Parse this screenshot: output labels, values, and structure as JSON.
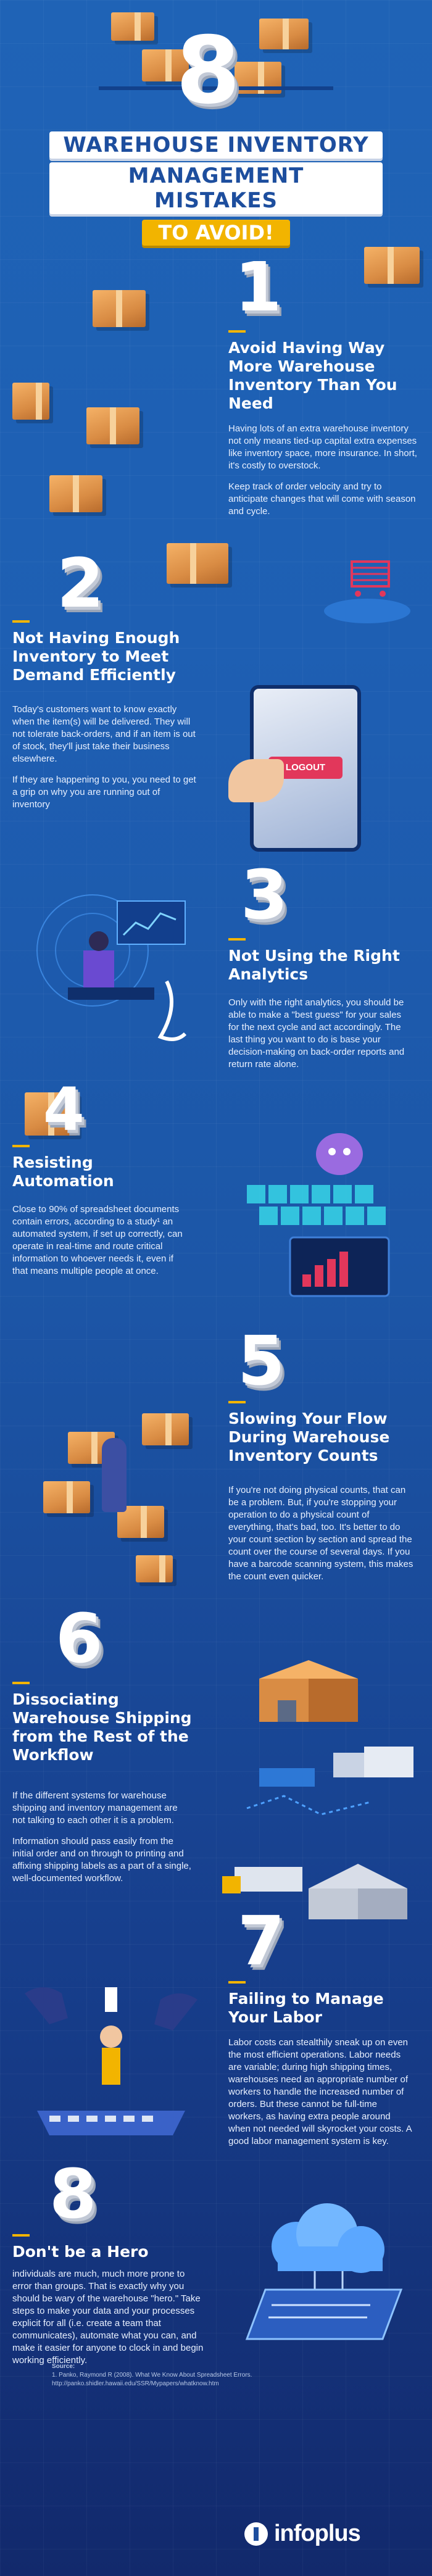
{
  "header": {
    "big_number": "8",
    "title_line1": "WAREHOUSE INVENTORY",
    "title_line2": "MANAGEMENT MISTAKES",
    "title_cta": "TO AVOID!"
  },
  "sections": [
    {
      "number": "1",
      "title": "Avoid Having Way More Warehouse Inventory Than You Need",
      "paragraphs": [
        "Having lots of an extra warehouse inventory not only means tied-up capital extra expenses like inventory space, more insurance. In short, it's costly to overstock.",
        "Keep track of order velocity and try to anticipate changes that will come with season and cycle."
      ]
    },
    {
      "number": "2",
      "title": "Not Having Enough Inventory to Meet Demand Efficiently",
      "paragraphs": [
        "Today's customers want to know exactly when the item(s) will be delivered. They will not tolerate back-orders, and if an item is out of stock, they'll just take their business elsewhere.",
        "If they are happening to you, you need to get a grip on why you are running out of inventory"
      ],
      "screen_label": "LOGOUT"
    },
    {
      "number": "3",
      "title": "Not Using the Right Analytics",
      "paragraphs": [
        "Only with the right analytics, you should be able to make a \"best guess\" for your sales for the next cycle and act accordingly. The last thing you want to do is base your decision-making on back-order reports and return rate alone."
      ]
    },
    {
      "number": "4",
      "title": "Resisting Automation",
      "paragraphs": [
        "Close to 90% of spreadsheet documents contain errors, according to a study¹ an automated system, if set up correctly, can operate in real-time and route critical information to whoever needs it, even if that means multiple people at once."
      ]
    },
    {
      "number": "5",
      "title": "Slowing Your Flow During Warehouse Inventory Counts",
      "paragraphs": [
        "If you're not doing physical counts, that can be a problem. But, if you're stopping your operation to do a physical count of everything, that's bad, too. It's better to do your count section by section and spread the count over the course of several days. If you have a barcode scanning system, this makes the count even quicker."
      ]
    },
    {
      "number": "6",
      "title": "Dissociating Warehouse Shipping from the Rest of the Workflow",
      "paragraphs": [
        "If the different systems for warehouse shipping and inventory management are not talking to each other it is a problem.",
        "Information should pass easily from the initial order and on through to printing and affixing shipping labels as a part of a single, well-documented workflow."
      ]
    },
    {
      "number": "7",
      "title": "Failing to Manage Your Labor",
      "paragraphs": [
        "Labor costs can stealthily sneak up on even the most efficient operations. Labor needs are variable; during high shipping times, warehouses need an appropriate number of workers to handle the increased number of orders. But these cannot be full-time workers, as having extra people around when not needed will skyrocket your costs. A good labor management system is key."
      ]
    },
    {
      "number": "8",
      "title": "Don't be a Hero",
      "paragraphs": [
        "individuals are much, much more prone to error than groups. That is exactly why you should be wary of the warehouse \"hero.\" Take steps to make your data and your processes explicit for all (i.e. create a team that communicates), automate what you can, and make it easier for anyone to clock in and begin working efficiently."
      ]
    }
  ],
  "footer": {
    "source_label": "Source:",
    "source_citation": "1. Panko, Raymond R (2008). What We Know About Spreadsheet Errors.",
    "source_url": "http://panko.shidler.hawaii.edu/SSR/Mypapers/whatknow.htm",
    "logo_text": "infoplus"
  },
  "colors": {
    "background_top": "#1f63b6",
    "background_bottom": "#12296c",
    "accent_yellow": "#f2b400",
    "box_orange": "#e09a52",
    "text_white": "#ffffff"
  }
}
